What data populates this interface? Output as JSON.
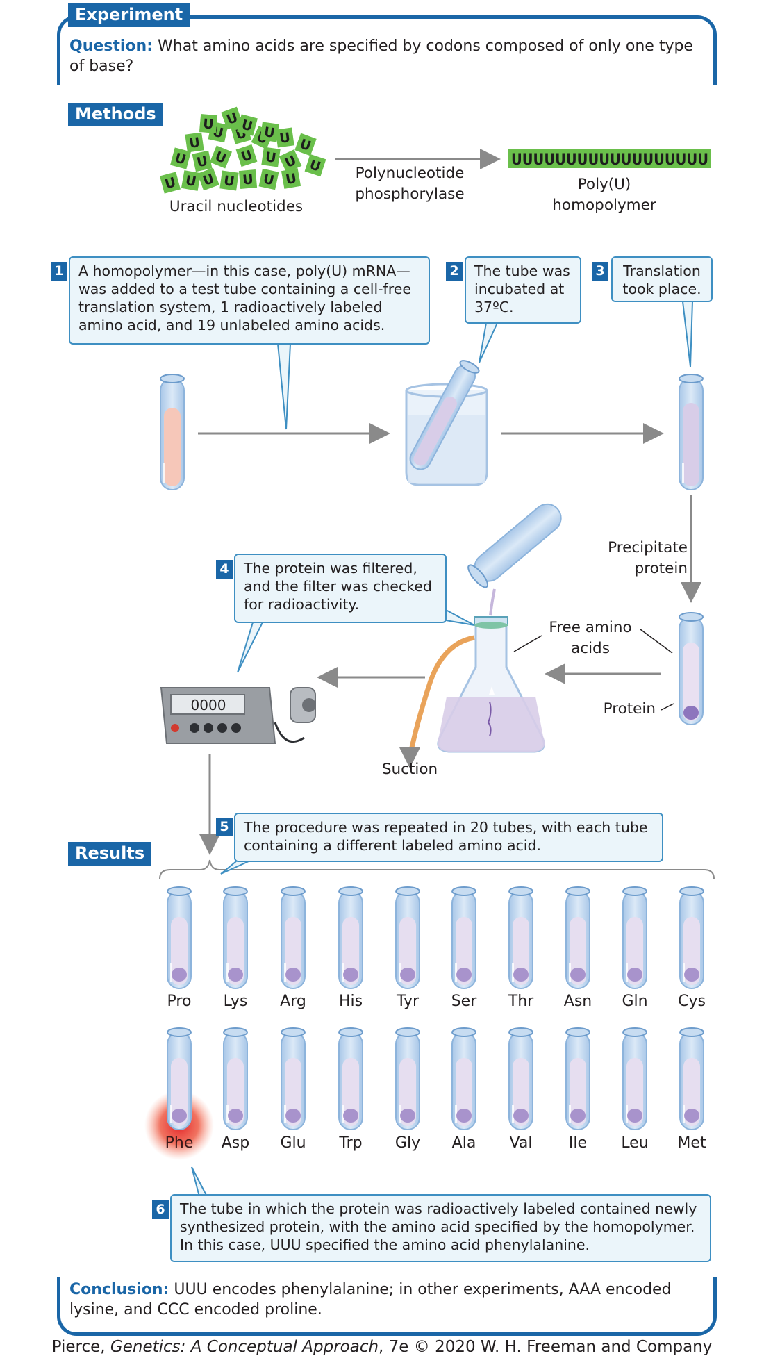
{
  "header": {
    "tag": "Experiment",
    "question_label": "Question:",
    "question_text": "What amino acids are specified by codons composed of only one type of base?"
  },
  "methods": {
    "tag": "Methods",
    "nucleotide_letter": "U",
    "uracil_label": "Uracil nucleotides",
    "enzyme_label_1": "Polynucleotide",
    "enzyme_label_2": "phosphorylase",
    "polymer_sequence": "UUUUUUUUUUUUUUUUUU",
    "polymer_label_1": "Poly(U)",
    "polymer_label_2": "homopolymer"
  },
  "steps": [
    {
      "number": "1",
      "text": "A homopolymer—in this case, poly(U) mRNA—was added to a test tube containing a cell-free translation system, 1 radioactively labeled amino acid, and 19 unlabeled amino acids."
    },
    {
      "number": "2",
      "text": "The tube was incubated at 37ºC."
    },
    {
      "number": "3",
      "text": "Translation took place."
    },
    {
      "number": "4",
      "text": "The protein was filtered, and the filter was checked for radioactivity."
    },
    {
      "number": "5",
      "text": "The procedure was repeated in 20 tubes, with each tube containing a different labeled amino acid."
    },
    {
      "number": "6",
      "text": "The tube in which the protein was radioactively labeled contained newly synthesized protein, with the amino acid specified by the homopolymer. In this case, UUU specified the amino acid phenylalanine."
    }
  ],
  "labels": {
    "precipitate_1": "Precipitate",
    "precipitate_2": "protein",
    "free_amino_1": "Free amino",
    "free_amino_2": "acids",
    "protein": "Protein",
    "suction": "Suction",
    "counter_display": "0000"
  },
  "results": {
    "tag": "Results",
    "row1": [
      "Pro",
      "Lys",
      "Arg",
      "His",
      "Tyr",
      "Ser",
      "Thr",
      "Asn",
      "Gln",
      "Cys"
    ],
    "row2": [
      "Phe",
      "Asp",
      "Glu",
      "Trp",
      "Gly",
      "Ala",
      "Val",
      "Ile",
      "Leu",
      "Met"
    ],
    "radioactive_tube": "Phe"
  },
  "conclusion": {
    "label": "Conclusion:",
    "text": "UUU encodes phenylalanine; in other experiments, AAA encoded lysine, and CCC encoded proline."
  },
  "credit": {
    "author": "Pierce, ",
    "title": "Genetics: A Conceptual Approach",
    "rest": ", 7e © 2020 W. H. Freeman and Company"
  },
  "colors": {
    "accent": "#1a66a7",
    "callout_fill": "#ebf5fa",
    "nucleotide_green": "#6abf4b",
    "tube_blue": "#b9d3ee",
    "liquid_lavender": "#d8cde8",
    "liquid_pink": "#f6c7b9",
    "hot_red": "#e3262a"
  }
}
